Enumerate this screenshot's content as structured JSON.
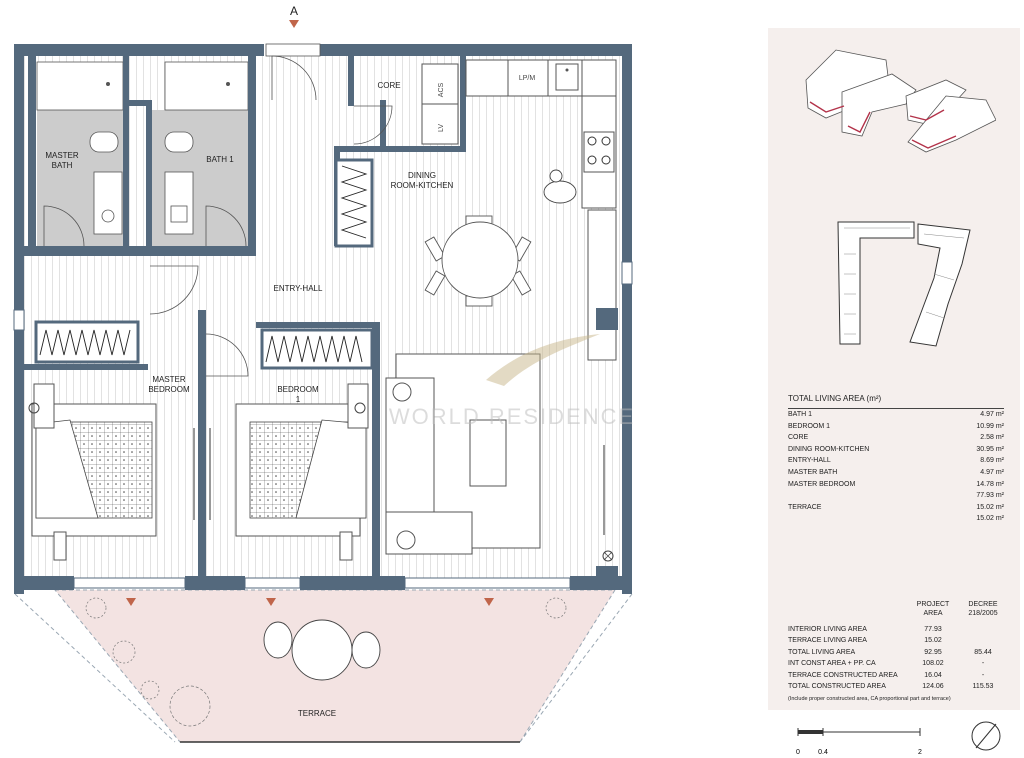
{
  "section_marker": "A",
  "rooms": {
    "master_bath": "MASTER\nBATH",
    "bath_1": "BATH 1",
    "core": "CORE",
    "dining": "DINING\nROOM-KITCHEN",
    "entry": "ENTRY-HALL",
    "master_bedroom": "MASTER\nBEDROOM",
    "bedroom_1": "BEDROOM\n1",
    "terrace": "TERRACE",
    "acs": "ACS",
    "lv": "LV",
    "lpm": "LP/M"
  },
  "watermark": "WORLD RESIDENCE",
  "colors": {
    "wall": "#54697d",
    "wet_floor": "#cccccc",
    "terrace": "#f3e3e2",
    "panel": "#f5efed",
    "marker": "#c0654a"
  },
  "total_area": {
    "title": "TOTAL LIVING AREA (m²)",
    "rows": [
      {
        "label": "BATH 1",
        "value": "4.97 m²"
      },
      {
        "label": "BEDROOM 1",
        "value": "10.99 m²"
      },
      {
        "label": "CORE",
        "value": "2.58 m²"
      },
      {
        "label": "DINING ROOM-KITCHEN",
        "value": "30.95 m²"
      },
      {
        "label": "ENTRY-HALL",
        "value": "8.69 m²"
      },
      {
        "label": "MASTER BATH",
        "value": "4.97 m²"
      },
      {
        "label": "MASTER BEDROOM",
        "value": "14.78 m²"
      },
      {
        "label": "",
        "value": "77.93 m²"
      },
      {
        "label": "TERRACE",
        "value": "15.02 m²"
      },
      {
        "label": "",
        "value": "15.02 m²"
      }
    ]
  },
  "summary": {
    "col1": "PROJECT\nAREA",
    "col2": "DECREE\n218/2005",
    "rows": [
      {
        "label": "INTERIOR LIVING AREA",
        "project": "77.93",
        "decree": ""
      },
      {
        "label": "TERRACE LIVING AREA",
        "project": "15.02",
        "decree": ""
      },
      {
        "label": "TOTAL LIVING AREA",
        "project": "92.95",
        "decree": "85.44"
      },
      {
        "label": "INT CONST AREA + PP. CA",
        "project": "108.02",
        "decree": "-"
      },
      {
        "label": "TERRACE CONSTRUCTED AREA",
        "project": "16.04",
        "decree": "-"
      },
      {
        "label": "TOTAL CONSTRUCTED AREA",
        "project": "124.06",
        "decree": "115.53"
      }
    ],
    "note": "(Include proper constructed area, CA proportional part and terrace)"
  },
  "scale": {
    "t0": "0",
    "t1": "0.4",
    "t2": "2"
  }
}
